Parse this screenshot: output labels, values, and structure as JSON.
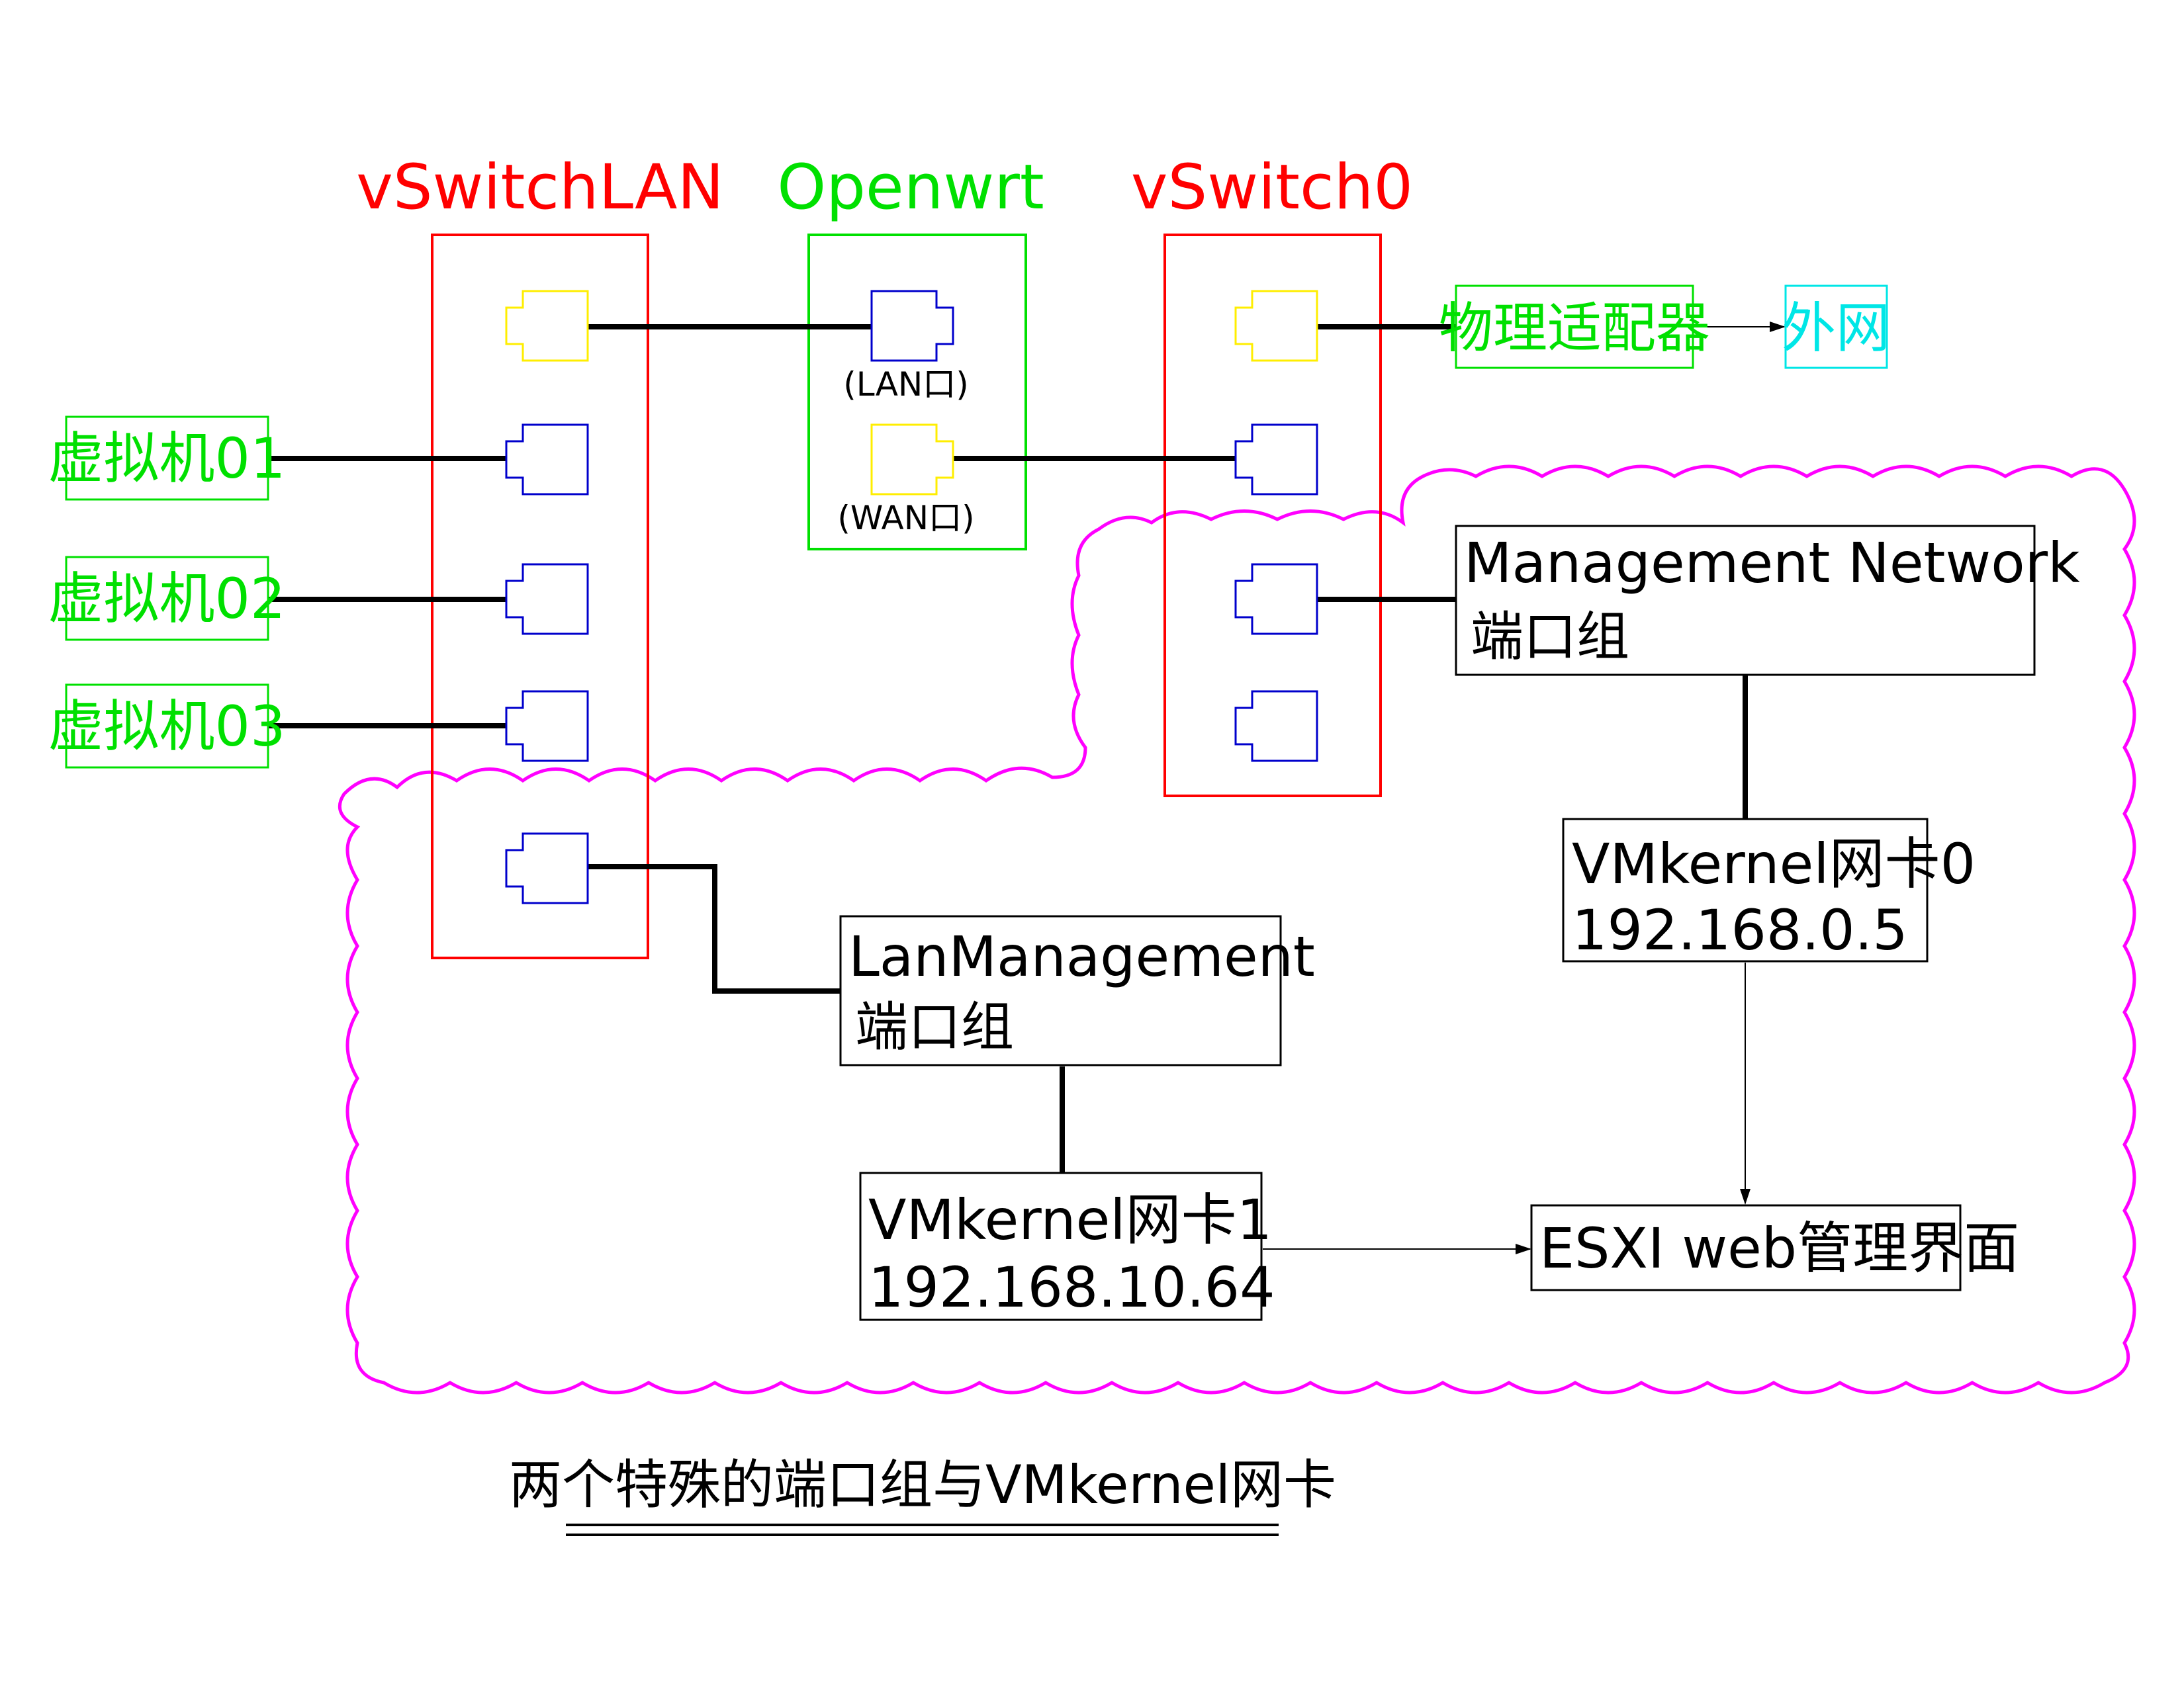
{
  "colors": {
    "red": "#ff0000",
    "green": "#00e000",
    "yellow": "#ffee00",
    "blue": "#0000cc",
    "cyan": "#00e6e6",
    "magenta": "#ff00ff",
    "black": "#000000"
  },
  "switches": {
    "lan": {
      "title": "vSwitchLAN"
    },
    "openwrt": {
      "title": "Openwrt",
      "lan_port": "(LAN口)",
      "wan_port": "(WAN口)"
    },
    "zero": {
      "title": "vSwitch0"
    }
  },
  "vms": [
    {
      "label": "虚拟机01"
    },
    {
      "label": "虚拟机02"
    },
    {
      "label": "虚拟机03"
    }
  ],
  "physical_adapter": "物理适配器",
  "external_network": "外网",
  "management_network": {
    "line1": "Management Network",
    "line2": "端口组"
  },
  "vmkernel0": {
    "line1": "VMkernel网卡0",
    "line2": "192.168.0.5"
  },
  "lan_management": {
    "line1": "LanManagement",
    "line2": "端口组"
  },
  "vmkernel1": {
    "line1": "VMkernel网卡1",
    "line2": "192.168.10.64"
  },
  "esxi_web": "ESXI web管理界面",
  "caption": "两个特殊的端口组与VMkernel网卡"
}
